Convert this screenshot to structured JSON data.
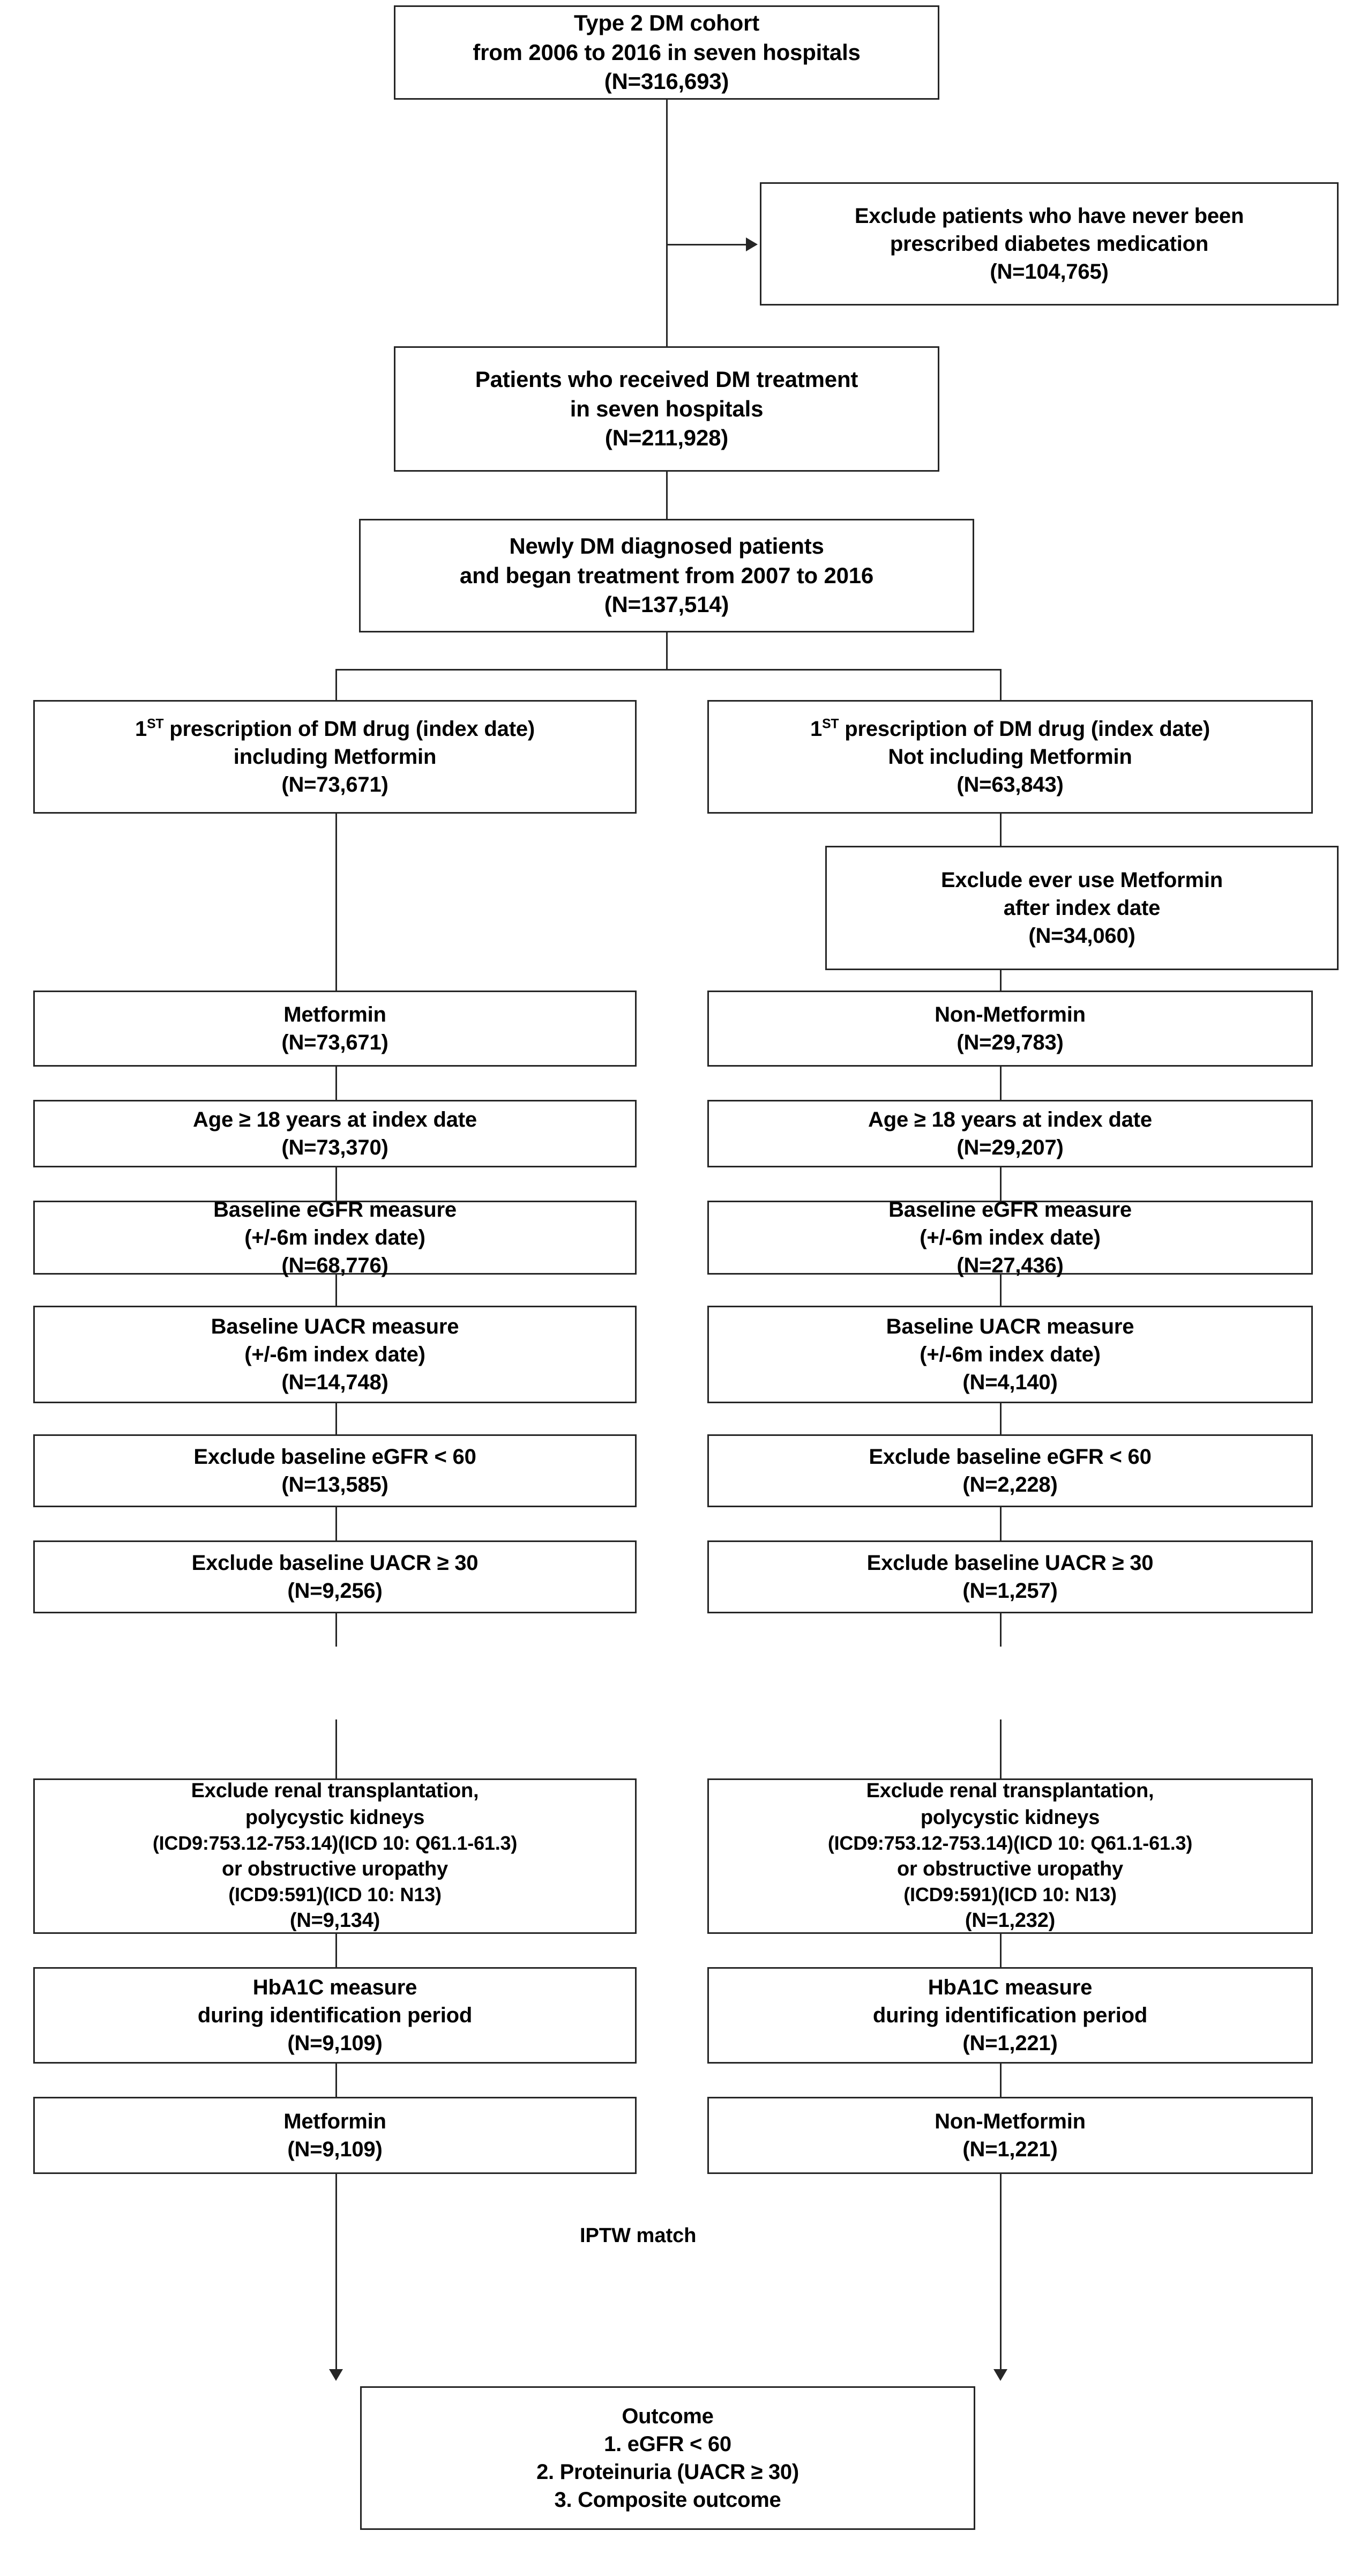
{
  "diagram": {
    "title": "Type 2 DM cohort patient selection flowchart",
    "connector_label": "IPTW match",
    "colors": {
      "box_border": "#262626",
      "line": "#262626",
      "background": "#ffffff",
      "text": "#000000"
    },
    "boxes": {
      "cohort": {
        "lines": [
          "Type 2 DM cohort",
          "from 2006 to 2016 in seven hospitals",
          "(N=316,693)"
        ]
      },
      "exclude_never_prescribed": {
        "lines": [
          "Exclude patients who have never been",
          "prescribed diabetes medication",
          "(N=104,765)"
        ]
      },
      "received_treatment": {
        "lines": [
          "Patients who received DM treatment",
          "in seven hospitals",
          "(N=211,928)"
        ]
      },
      "newly_diagnosed": {
        "lines": [
          "Newly DM diagnosed patients",
          "and began treatment from 2007 to 2016",
          "(N=137,514)"
        ]
      },
      "rx_including_metformin": {
        "line1_prefix": "1",
        "line1_sup": "ST",
        "line1_rest": " prescription of DM drug (index date)",
        "lines": [
          "including Metformin",
          "(N=73,671)"
        ]
      },
      "rx_not_including_metformin": {
        "line1_prefix": "1",
        "line1_sup": "ST",
        "line1_rest": " prescription of DM drug (index date)",
        "lines": [
          "Not including Metformin",
          "(N=63,843)"
        ]
      },
      "exclude_ever_use_metformin": {
        "lines": [
          "Exclude ever use Metformin",
          "after index date",
          "(N=34,060)"
        ]
      },
      "metformin_top": {
        "lines": [
          "Metformin",
          "(N=73,671)"
        ]
      },
      "non_metformin_top": {
        "lines": [
          "Non-Metformin",
          "(N=29,783)"
        ]
      },
      "age_left": {
        "lines": [
          "Age ≥ 18 years at index date",
          "(N=73,370)"
        ]
      },
      "age_right": {
        "lines": [
          "Age ≥ 18 years at index date",
          "(N=29,207)"
        ]
      },
      "egfr_left": {
        "lines": [
          "Baseline eGFR measure",
          "(+/-6m index date)",
          "(N=68,776)"
        ]
      },
      "egfr_right": {
        "lines": [
          "Baseline eGFR measure",
          "(+/-6m index date)",
          "(N=27,436)"
        ]
      },
      "uacr_left": {
        "lines": [
          "Baseline UACR measure",
          "(+/-6m index date)",
          "(N=14,748)"
        ]
      },
      "uacr_right": {
        "lines": [
          "Baseline UACR measure",
          "(+/-6m index date)",
          "(N=4,140)"
        ]
      },
      "excl_egfr_left": {
        "lines": [
          "Exclude baseline eGFR < 60",
          "(N=13,585)"
        ]
      },
      "excl_egfr_right": {
        "lines": [
          "Exclude baseline eGFR < 60",
          "(N=2,228)"
        ]
      },
      "excl_uacr_left": {
        "lines": [
          "Exclude baseline UACR ≥ 30",
          "(N=9,256)"
        ]
      },
      "excl_uacr_right": {
        "lines": [
          "Exclude baseline UACR ≥ 30",
          "(N=1,257)"
        ]
      },
      "renal_left": {
        "lines": [
          "Exclude renal transplantation,",
          "polycystic kidneys",
          "(ICD9:753.12-753.14)(ICD 10: Q61.1-61.3)",
          "or obstructive uropathy",
          "(ICD9:591)(ICD 10: N13)",
          "(N=9,134)"
        ]
      },
      "renal_right": {
        "lines": [
          "Exclude renal transplantation,",
          "polycystic kidneys",
          "(ICD9:753.12-753.14)(ICD 10: Q61.1-61.3)",
          "or obstructive uropathy",
          "(ICD9:591)(ICD 10: N13)",
          "(N=1,232)"
        ]
      },
      "hba1c_left": {
        "lines": [
          "HbA1C measure",
          "during identification period",
          "(N=9,109)"
        ]
      },
      "hba1c_right": {
        "lines": [
          "HbA1C measure",
          "during identification period",
          "(N=1,221)"
        ]
      },
      "metformin_final": {
        "lines": [
          "Metformin",
          "(N=9,109)"
        ]
      },
      "non_metformin_final": {
        "lines": [
          "Non-Metformin",
          "(N=1,221)"
        ]
      },
      "outcome": {
        "lines": [
          "Outcome",
          "1.   eGFR < 60",
          "2.   Proteinuria (UACR ≥ 30)",
          "3. Composite outcome"
        ]
      }
    }
  }
}
